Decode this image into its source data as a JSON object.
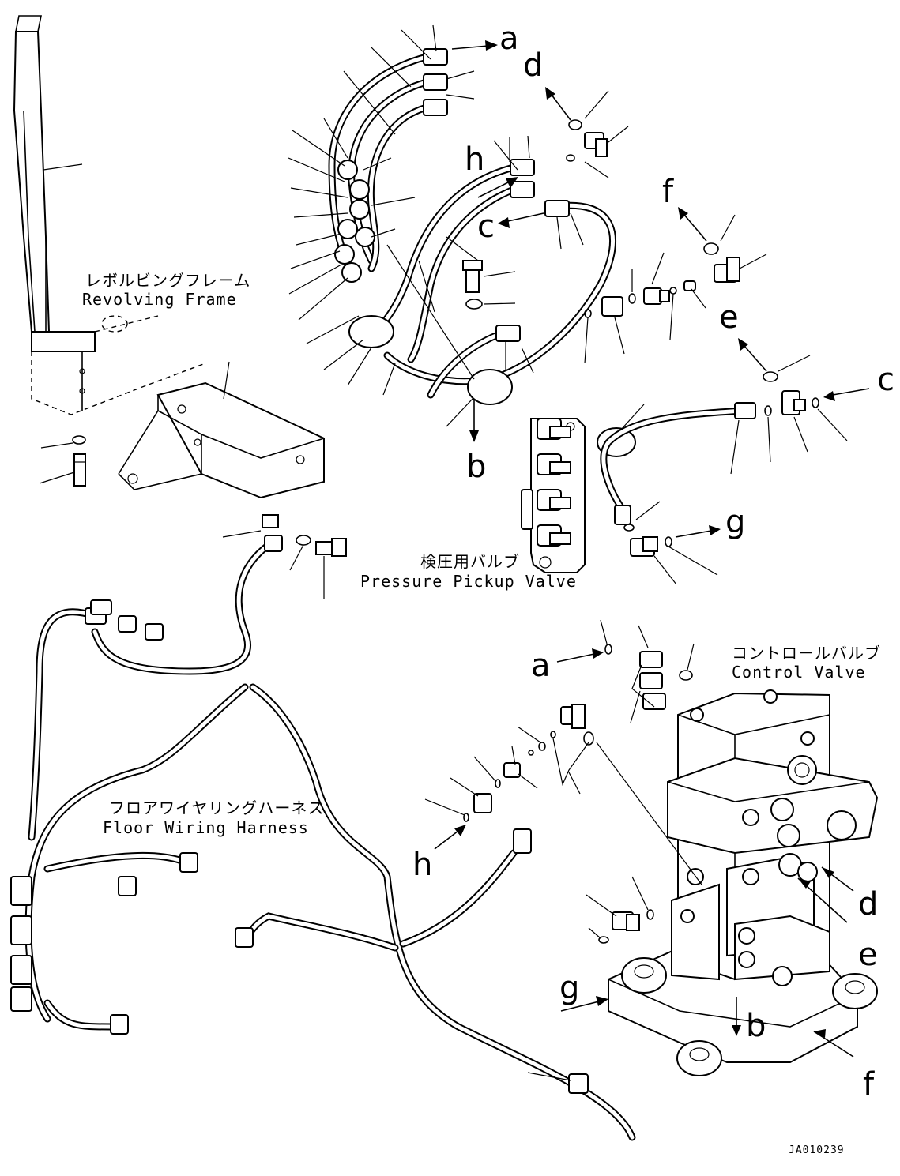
{
  "labels": {
    "revolving_frame_jp": "レボルビングフレーム",
    "revolving_frame_en": "Revolving Frame",
    "pressure_pickup_jp": "検圧用バルブ",
    "pressure_pickup_en": "Pressure Pickup Valve",
    "control_valve_jp": "コントロールバルブ",
    "control_valve_en": "Control Valve",
    "floor_harness_jp": "フロアワイヤリングハーネス",
    "floor_harness_en": "Floor Wiring Harness"
  },
  "port_letters": {
    "a": "a",
    "b": "b",
    "c": "c",
    "d": "d",
    "e": "e",
    "f": "f",
    "g": "g",
    "h": "h"
  },
  "figure_code": "JA010239"
}
